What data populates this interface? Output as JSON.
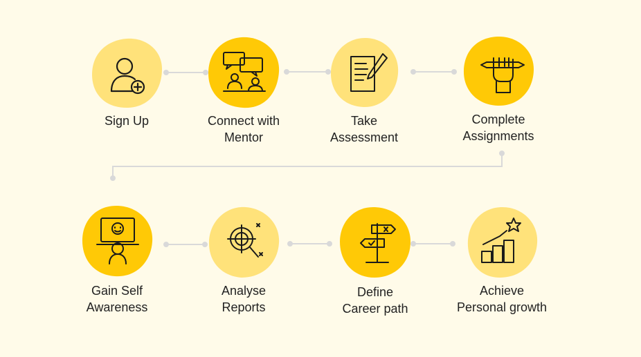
{
  "colors": {
    "background": "#fffbe9",
    "blob_light": "#ffe27a",
    "blob_strong": "#ffc906",
    "connector": "#d9d9d9",
    "icon_stroke": "#1a1a1a"
  },
  "steps": [
    {
      "line1": "Sign Up",
      "line2": "",
      "icon": "user-add-icon",
      "blob": "light"
    },
    {
      "line1": "Connect with",
      "line2": "Mentor",
      "icon": "mentor-chat-icon",
      "blob": "strong"
    },
    {
      "line1": "Take",
      "line2": "Assessment",
      "icon": "document-pen-icon",
      "blob": "light"
    },
    {
      "line1": "Complete",
      "line2": "Assignments",
      "icon": "hand-pencil-icon",
      "blob": "strong"
    },
    {
      "line1": "Gain Self",
      "line2": "Awareness",
      "icon": "self-awareness-icon",
      "blob": "strong"
    },
    {
      "line1": "Analyse",
      "line2": "Reports",
      "icon": "magnifier-analysis-icon",
      "blob": "light"
    },
    {
      "line1": "Define",
      "line2": "Career path",
      "icon": "signpost-icon",
      "blob": "strong"
    },
    {
      "line1": "Achieve",
      "line2": "Personal growth",
      "icon": "growth-steps-star-icon",
      "blob": "light"
    }
  ]
}
